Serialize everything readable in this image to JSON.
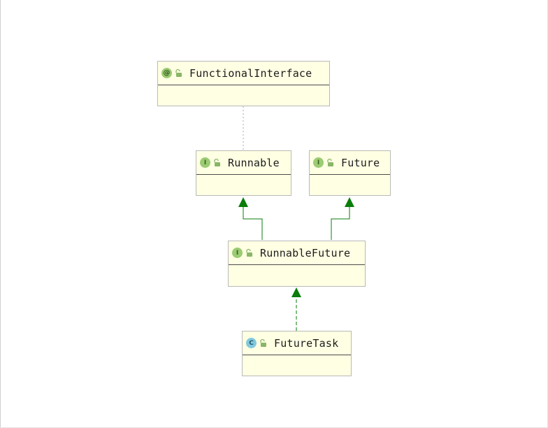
{
  "diagram": {
    "nodes": [
      {
        "id": "functional-interface",
        "name": "FunctionalInterface",
        "kind": "annotation",
        "badge": "@"
      },
      {
        "id": "runnable",
        "name": "Runnable",
        "kind": "interface",
        "badge": "I"
      },
      {
        "id": "future",
        "name": "Future",
        "kind": "interface",
        "badge": "I"
      },
      {
        "id": "runnable-future",
        "name": "RunnableFuture",
        "kind": "interface",
        "badge": "I"
      },
      {
        "id": "future-task",
        "name": "FutureTask",
        "kind": "class",
        "badge": "C"
      }
    ],
    "edges": [
      {
        "from": "runnable",
        "to": "functional-interface",
        "type": "annotated-by"
      },
      {
        "from": "runnable-future",
        "to": "runnable",
        "type": "extends"
      },
      {
        "from": "runnable-future",
        "to": "future",
        "type": "extends"
      },
      {
        "from": "future-task",
        "to": "runnable-future",
        "type": "implements"
      }
    ],
    "colors": {
      "node_fill": "#ffffe4",
      "node_border": "#b9b9b9",
      "extends_edge": "#0a7d0a",
      "implements_edge": "#0a7d0a",
      "annotation_edge": "#a8a8a8",
      "interface_badge": "#9bcb73",
      "class_badge": "#83c9de"
    }
  }
}
